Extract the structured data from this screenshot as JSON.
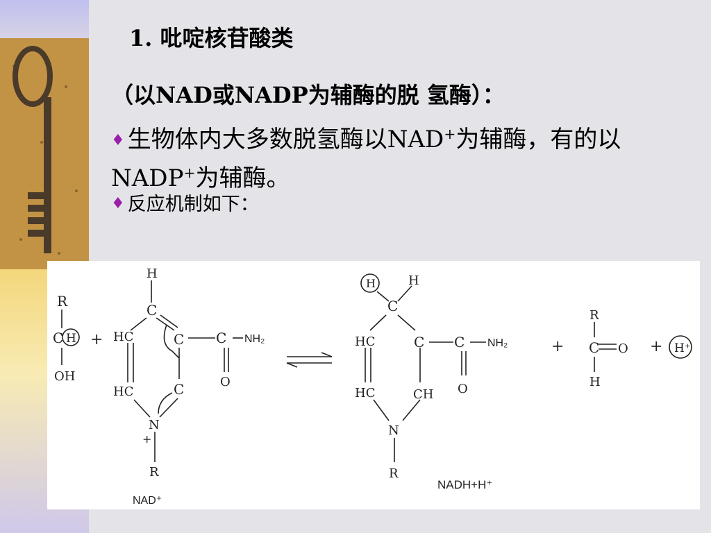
{
  "slide": {
    "title": "1. 吡啶核苷酸类",
    "subtitle": "（以NAD或NADP为辅酶的脱 氢酶）：",
    "bullet1_a": "生物体内大多数脱氢酶以NAD",
    "bullet1_sup": "+",
    "bullet1_b": "为辅酶，有的以NADP",
    "bullet1_sup2": "+",
    "bullet1_c": "为辅酶。",
    "bullet2": "反应机制如下：",
    "bullet_icon": "diamond-bullet",
    "accent_color": "#9b1fa8"
  },
  "scheme": {
    "substrate": {
      "R": "R",
      "C": "C",
      "H": "H",
      "OH": "OH"
    },
    "plus1": "+",
    "nad": {
      "H": "H",
      "C4": "C",
      "HC1": "HC",
      "C3": "C",
      "C_amide": "C",
      "NH2": "NH₂",
      "O": "O",
      "HC2": "HC",
      "C2": "C",
      "N": "N",
      "plus": "+",
      "R": "R",
      "label": "NAD⁺"
    },
    "nadh": {
      "H_circ": "H",
      "H": "H",
      "C4": "C",
      "HC1": "HC",
      "C3": "C",
      "C_amide": "C",
      "NH2": "NH₂",
      "O": "O",
      "HC2": "HC",
      "CH": "CH",
      "N": "N",
      "R": "R",
      "label": "NADH+H⁺"
    },
    "plus2": "+",
    "aldehyde": {
      "R": "R",
      "C": "C",
      "O": "O",
      "H": "H"
    },
    "plus3": "+",
    "proton": "H⁺"
  }
}
